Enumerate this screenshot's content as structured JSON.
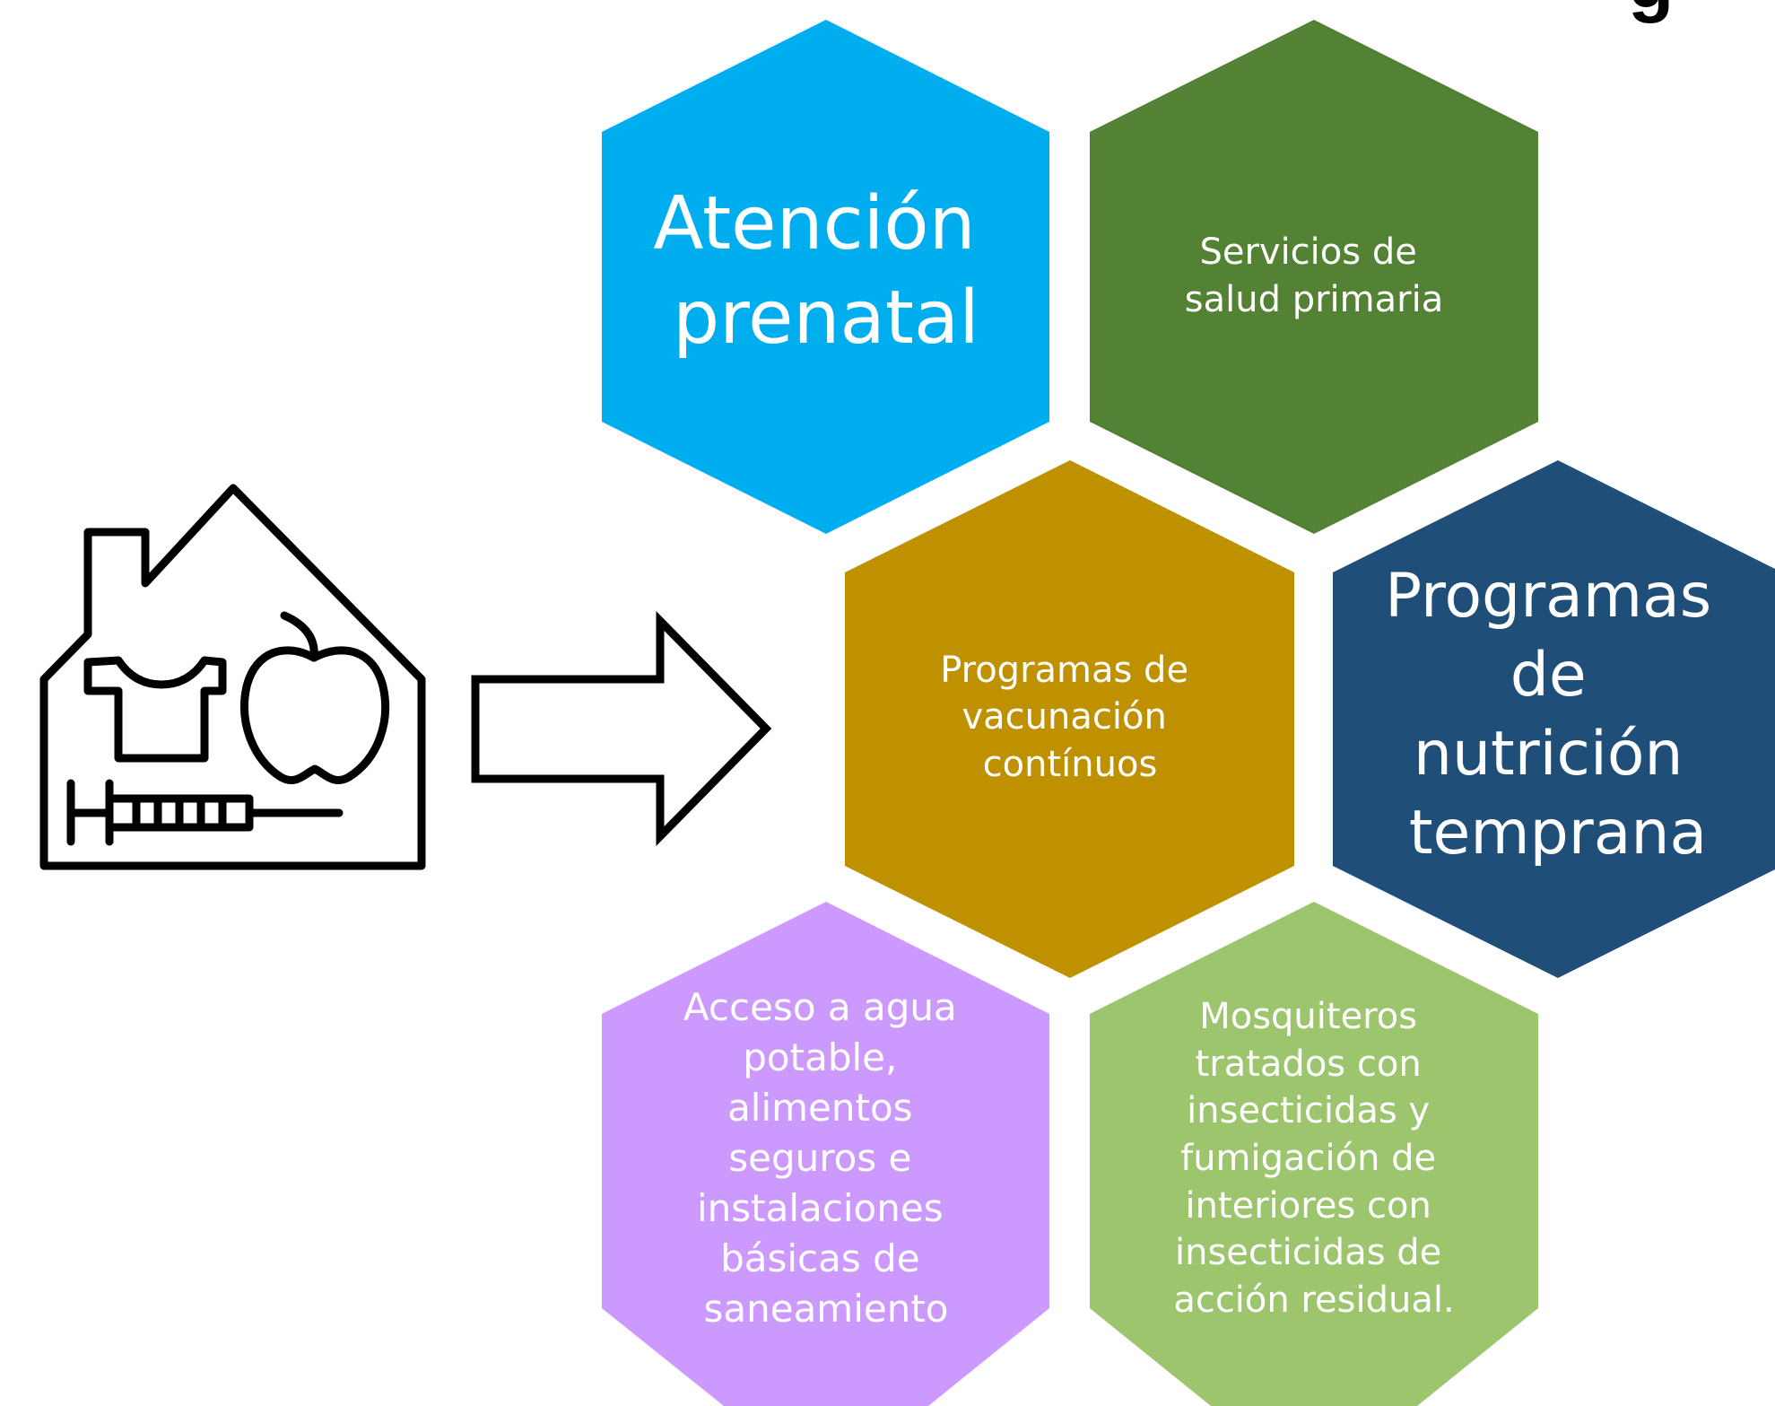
{
  "corner_text": "g",
  "icon": {
    "name": "household-icon",
    "parts": [
      "house-outline-icon",
      "tshirt-icon",
      "apple-icon",
      "syringe-icon"
    ]
  },
  "arrow": {
    "name": "right-arrow-icon",
    "direction": "right"
  },
  "hexagons": [
    {
      "id": "atencion-prenatal",
      "lines": [
        "Atención",
        "prenatal"
      ],
      "color": "#00AEEF",
      "emphasis": "large"
    },
    {
      "id": "servicios-salud-primaria",
      "lines": [
        "Servicios de",
        "salud primaria"
      ],
      "color": "#548235",
      "emphasis": "small"
    },
    {
      "id": "programas-vacunacion",
      "lines": [
        "Programas de",
        "vacunación",
        "contínuos"
      ],
      "color": "#BF9000",
      "emphasis": "small"
    },
    {
      "id": "programas-nutricion",
      "lines": [
        "Programas",
        "de",
        "nutrición",
        "temprana"
      ],
      "color": "#1F4E79",
      "emphasis": "large"
    },
    {
      "id": "acceso-agua",
      "lines": [
        "Acceso a agua",
        "potable,",
        "alimentos",
        "seguros e",
        "instalaciones",
        "básicas de",
        "saneamiento"
      ],
      "color": "#CC99FF",
      "emphasis": "medium"
    },
    {
      "id": "mosquiteros",
      "lines": [
        "Mosquiteros",
        "tratados con",
        "insecticidas y",
        "fumigación de",
        "interiores con",
        "insecticidas de",
        "acción residual."
      ],
      "color": "#9CC56E",
      "emphasis": "medium"
    }
  ]
}
